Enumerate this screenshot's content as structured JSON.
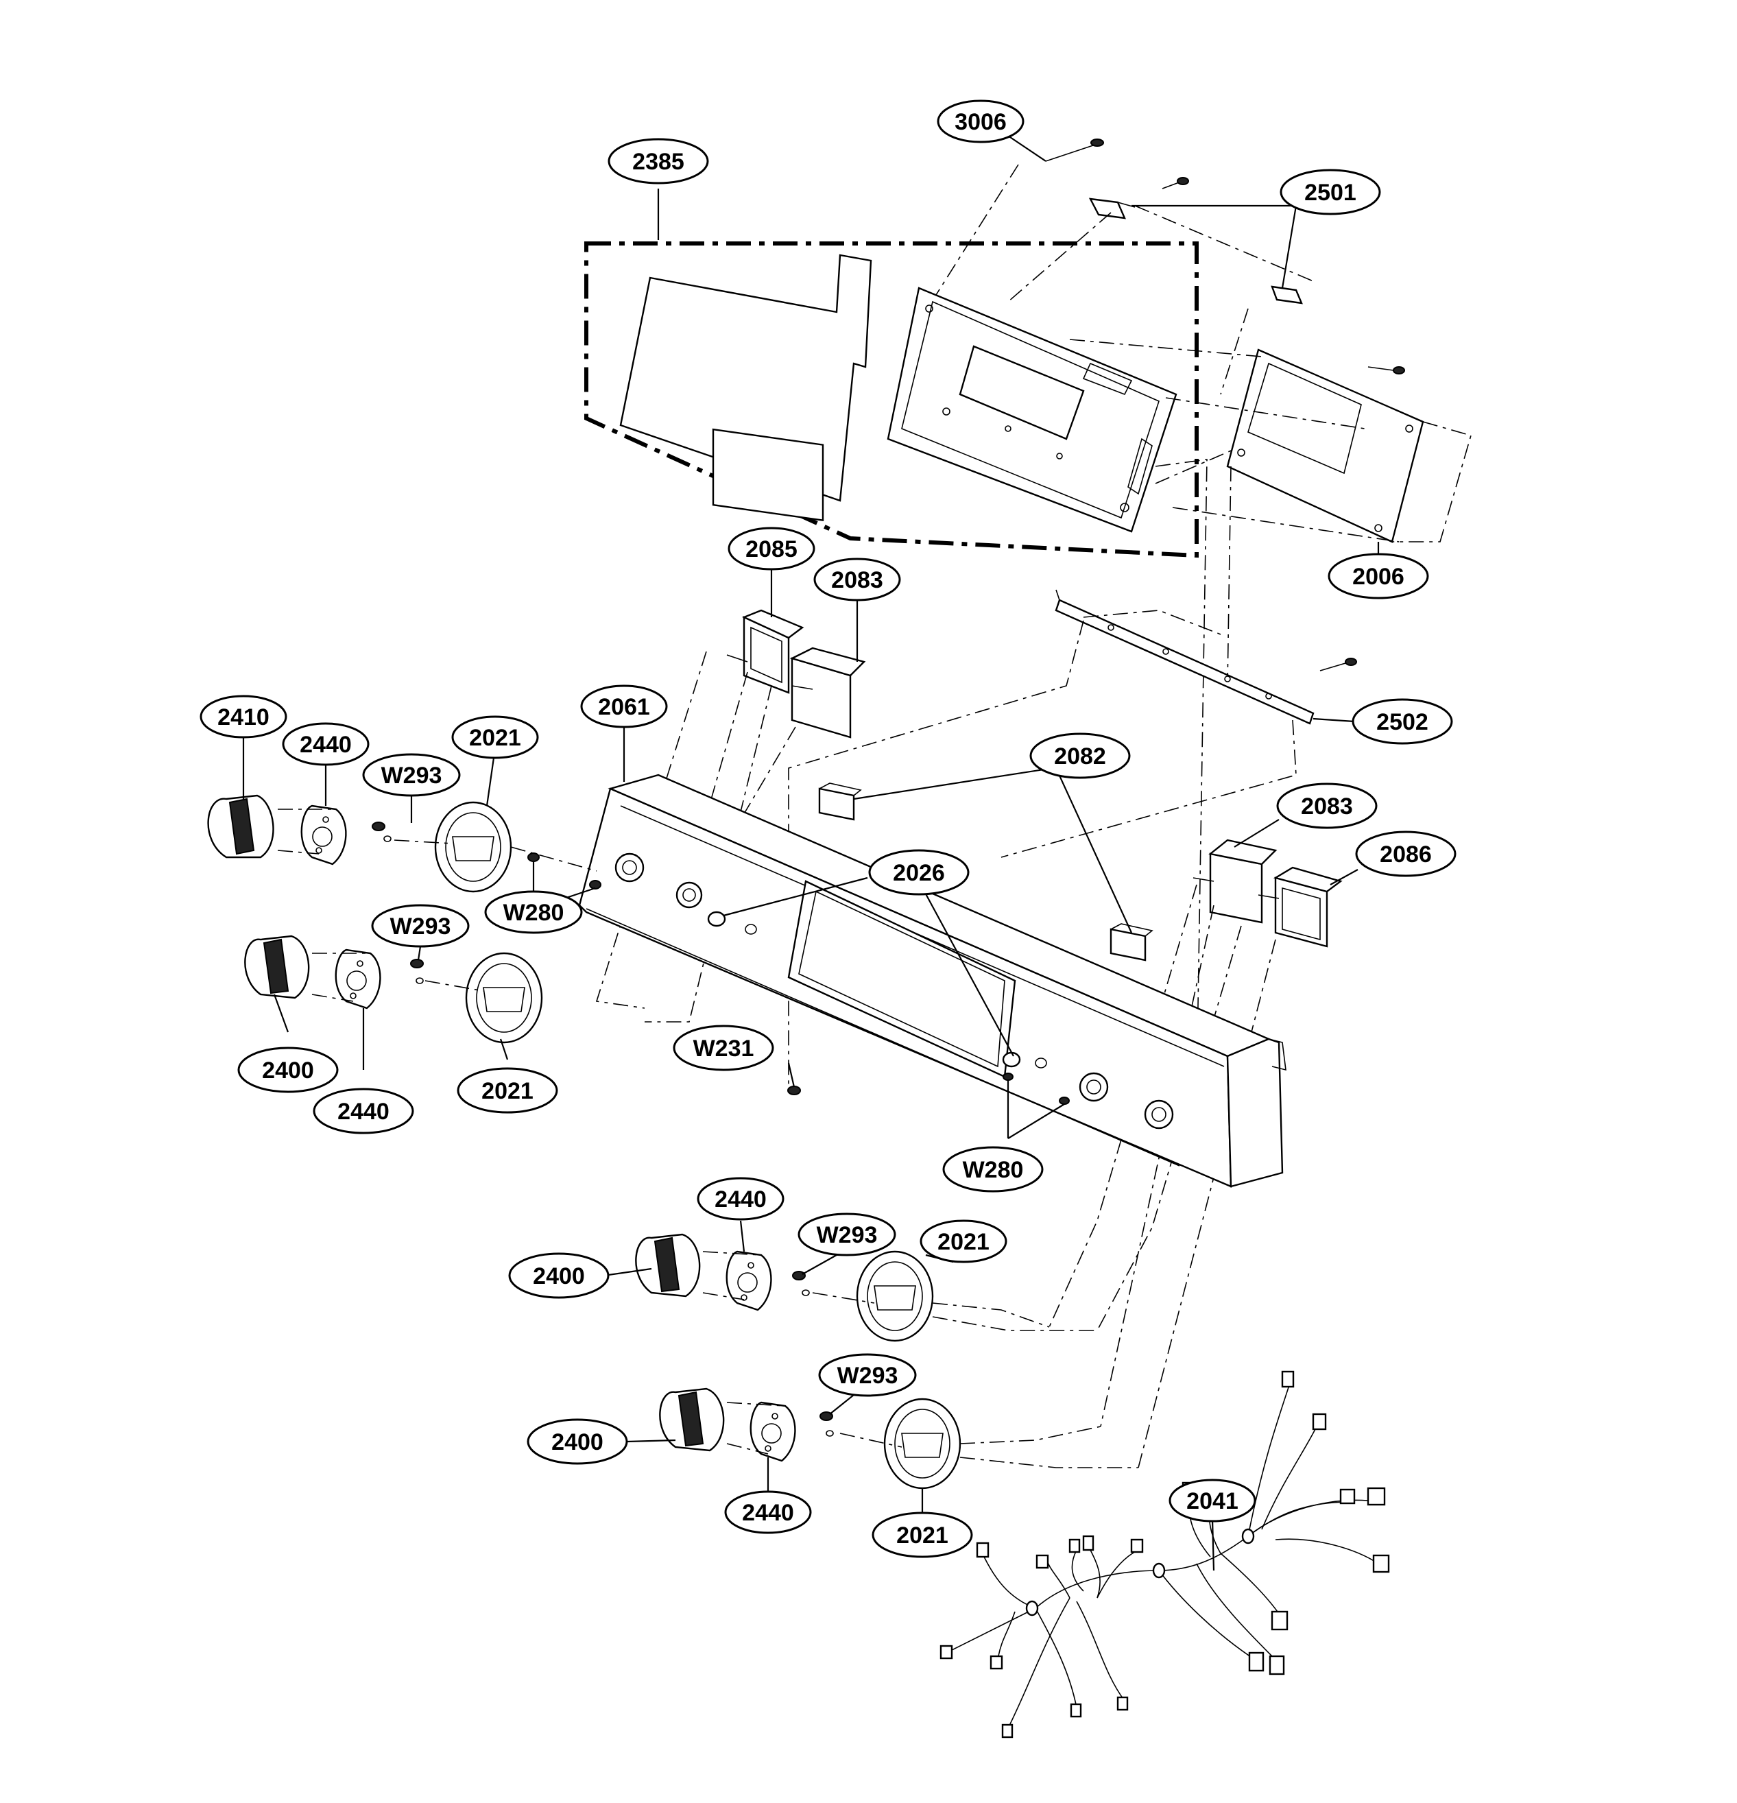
{
  "diagram": {
    "labels": {
      "c3006": "3006",
      "c2385": "2385",
      "c2501": "2501",
      "c2006": "2006",
      "c2085": "2085",
      "c2083_top": "2083",
      "c2502": "2502",
      "c2061": "2061",
      "c2410": "2410",
      "c2440_a": "2440",
      "c2021_a": "2021",
      "cW293_a": "W293",
      "c2082": "2082",
      "c2083_right": "2083",
      "c2086": "2086",
      "c2026": "2026",
      "cW280_a": "W280",
      "cW293_b": "W293",
      "c2400_a": "2400",
      "c2440_b": "2440",
      "c2021_b": "2021",
      "cW231": "W231",
      "cW280_b": "W280",
      "c2440_c": "2440",
      "c2400_b": "2400",
      "cW293_c": "W293",
      "c2021_c": "2021",
      "cW293_d": "W293",
      "c2400_c": "2400",
      "c2440_d": "2440",
      "c2021_d": "2021",
      "c2041": "2041"
    }
  }
}
